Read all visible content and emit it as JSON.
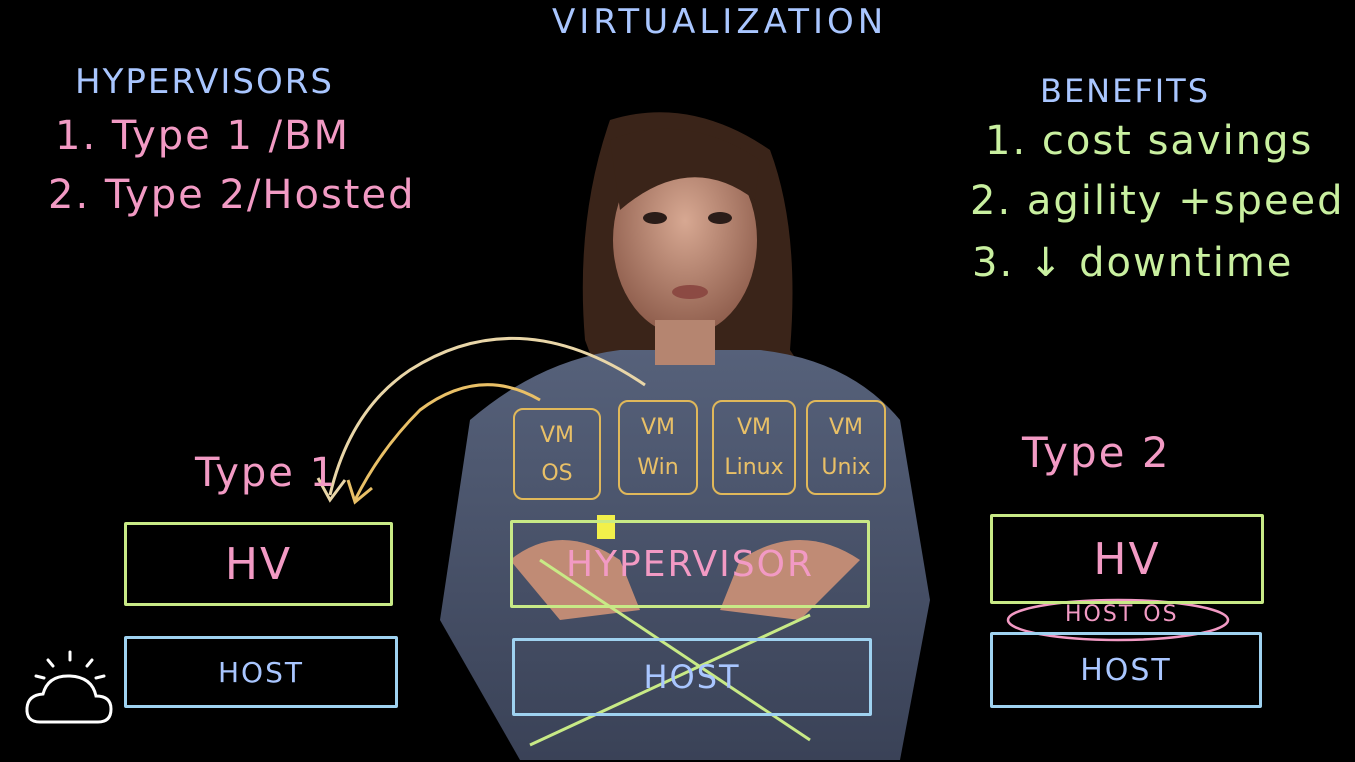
{
  "title": "VIRTUALIZATION",
  "hypervisors": {
    "heading": "HYPERVISORS",
    "items": [
      "1. Type 1 /BM",
      "2. Type 2/Hosted"
    ]
  },
  "benefits": {
    "heading": "BENEFITS",
    "items": [
      "1. cost savings",
      "2. agility +speed",
      "3. ↓ downtime"
    ]
  },
  "type1": {
    "label": "Type 1",
    "hv": "HV",
    "host": "HOST"
  },
  "center": {
    "vms": [
      {
        "top": "VM",
        "bottom": "OS"
      },
      {
        "top": "VM",
        "bottom": "Win"
      },
      {
        "top": "VM",
        "bottom": "Linux"
      },
      {
        "top": "VM",
        "bottom": "Unix"
      }
    ],
    "hypervisor": "HYPERVISOR",
    "host": "HOST"
  },
  "type2": {
    "label": "Type 2",
    "hv": "HV",
    "host_os": "HOST OS",
    "host": "HOST"
  },
  "colors": {
    "blue": "#a9c6ff",
    "pink": "#f29ac4",
    "green": "#c9f0a0",
    "yellow": "#e9c067",
    "lime": "#c8ea86",
    "lightblue": "#9fd2f0"
  },
  "logo_icon": "cloud-sun-icon"
}
